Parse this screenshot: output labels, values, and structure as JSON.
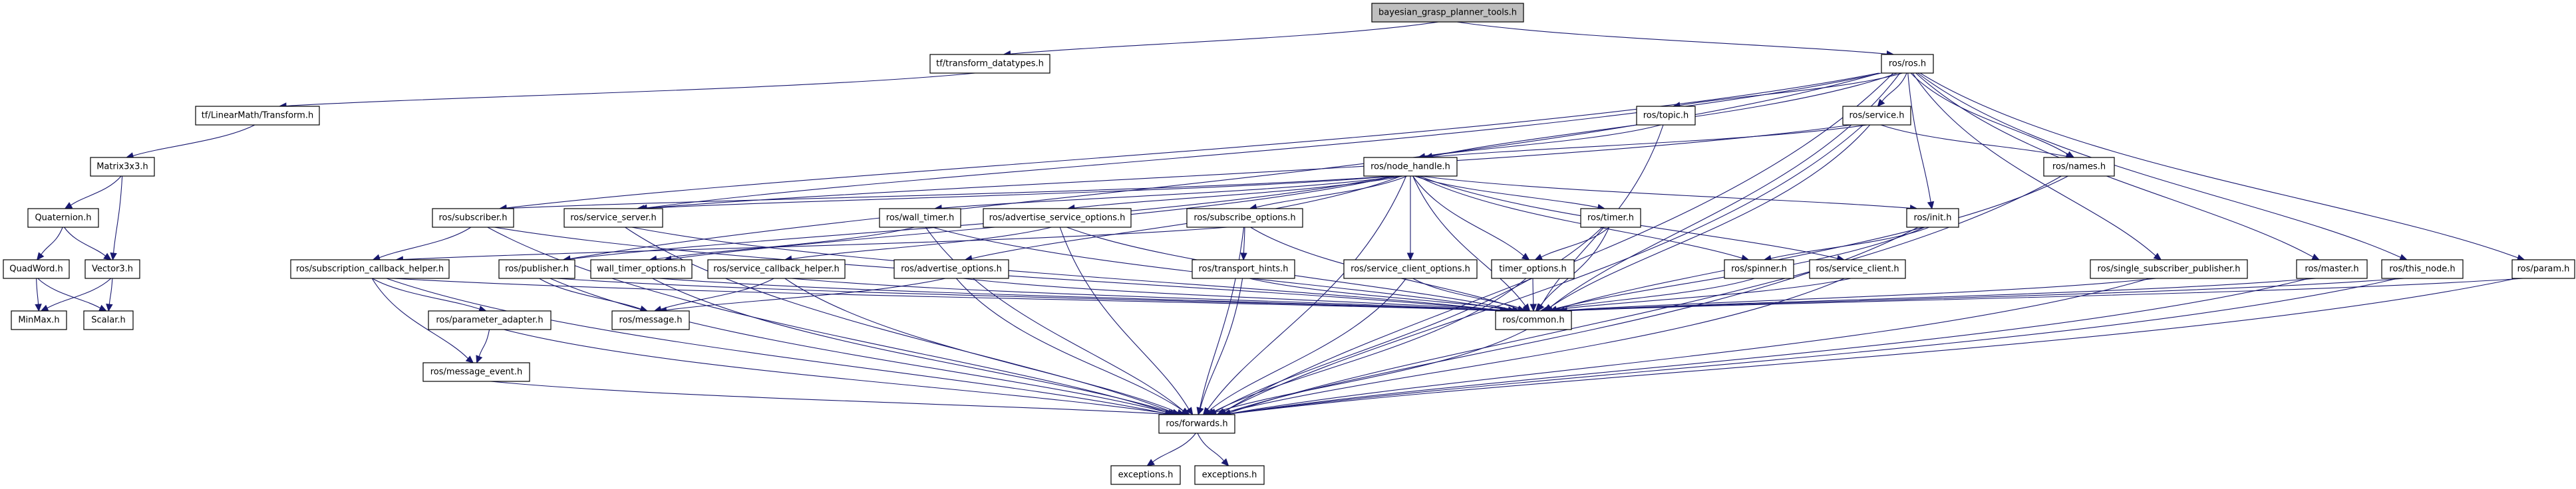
{
  "graph_title": "bayesian_grasp_planner_tools.h include dependency graph",
  "colors": {
    "edge": "#191970",
    "root_fill": "#bfbfbf",
    "node_fill": "#ffffff",
    "border": "#000000"
  },
  "nodes": [
    {
      "id": "root",
      "label": "bayesian_grasp_planner_tools.h",
      "root": true
    },
    {
      "id": "tf_transform_datatypes",
      "label": "tf/transform_datatypes.h"
    },
    {
      "id": "ros_ros",
      "label": "ros/ros.h"
    },
    {
      "id": "tf_linearmath_transform",
      "label": "tf/LinearMath/Transform.h"
    },
    {
      "id": "matrix3x3",
      "label": "Matrix3x3.h"
    },
    {
      "id": "quaternion",
      "label": "Quaternion.h"
    },
    {
      "id": "quadword",
      "label": "QuadWord.h"
    },
    {
      "id": "vector3",
      "label": "Vector3.h"
    },
    {
      "id": "minmax",
      "label": "MinMax.h"
    },
    {
      "id": "scalar",
      "label": "Scalar.h"
    },
    {
      "id": "ros_topic",
      "label": "ros/topic.h"
    },
    {
      "id": "ros_service",
      "label": "ros/service.h"
    },
    {
      "id": "ros_names",
      "label": "ros/names.h"
    },
    {
      "id": "ros_node_handle",
      "label": "ros/node_handle.h"
    },
    {
      "id": "ros_subscriber",
      "label": "ros/subscriber.h"
    },
    {
      "id": "ros_service_server",
      "label": "ros/service_server.h"
    },
    {
      "id": "ros_wall_timer",
      "label": "ros/wall_timer.h"
    },
    {
      "id": "ros_advertise_service_options",
      "label": "ros/advertise_service_options.h"
    },
    {
      "id": "ros_subscribe_options",
      "label": "ros/subscribe_options.h"
    },
    {
      "id": "ros_timer",
      "label": "ros/timer.h"
    },
    {
      "id": "ros_init",
      "label": "ros/init.h"
    },
    {
      "id": "ros_subscription_callback_helper",
      "label": "ros/subscription_callback_helper.h"
    },
    {
      "id": "ros_publisher",
      "label": "ros/publisher.h"
    },
    {
      "id": "wall_timer_options",
      "label": "wall_timer_options.h"
    },
    {
      "id": "ros_service_callback_helper",
      "label": "ros/service_callback_helper.h"
    },
    {
      "id": "ros_advertise_options",
      "label": "ros/advertise_options.h"
    },
    {
      "id": "ros_transport_hints",
      "label": "ros/transport_hints.h"
    },
    {
      "id": "ros_service_client_options",
      "label": "ros/service_client_options.h"
    },
    {
      "id": "timer_options",
      "label": "timer_options.h"
    },
    {
      "id": "ros_spinner",
      "label": "ros/spinner.h"
    },
    {
      "id": "ros_service_client",
      "label": "ros/service_client.h"
    },
    {
      "id": "ros_single_subscriber_publisher",
      "label": "ros/single_subscriber_publisher.h"
    },
    {
      "id": "ros_master",
      "label": "ros/master.h"
    },
    {
      "id": "ros_this_node",
      "label": "ros/this_node.h"
    },
    {
      "id": "ros_param",
      "label": "ros/param.h"
    },
    {
      "id": "ros_parameter_adapter",
      "label": "ros/parameter_adapter.h"
    },
    {
      "id": "ros_message",
      "label": "ros/message.h"
    },
    {
      "id": "ros_common",
      "label": "ros/common.h"
    },
    {
      "id": "ros_message_event",
      "label": "ros/message_event.h"
    },
    {
      "id": "ros_forwards",
      "label": "ros/forwards.h"
    },
    {
      "id": "exceptions_a",
      "label": "exceptions.h"
    },
    {
      "id": "exceptions_b",
      "label": "exceptions.h"
    }
  ],
  "edges": [
    [
      "root",
      "tf_transform_datatypes"
    ],
    [
      "root",
      "ros_ros"
    ],
    [
      "tf_transform_datatypes",
      "tf_linearmath_transform"
    ],
    [
      "tf_linearmath_transform",
      "matrix3x3"
    ],
    [
      "matrix3x3",
      "quaternion"
    ],
    [
      "matrix3x3",
      "vector3"
    ],
    [
      "quaternion",
      "quadword"
    ],
    [
      "quaternion",
      "vector3"
    ],
    [
      "quadword",
      "minmax"
    ],
    [
      "quadword",
      "scalar"
    ],
    [
      "vector3",
      "minmax"
    ],
    [
      "vector3",
      "scalar"
    ],
    [
      "ros_ros",
      "ros_topic"
    ],
    [
      "ros_ros",
      "ros_service"
    ],
    [
      "ros_ros",
      "ros_names"
    ],
    [
      "ros_ros",
      "ros_node_handle"
    ],
    [
      "ros_ros",
      "ros_subscriber"
    ],
    [
      "ros_ros",
      "ros_service_server"
    ],
    [
      "ros_ros",
      "ros_publisher"
    ],
    [
      "ros_ros",
      "ros_init"
    ],
    [
      "ros_ros",
      "ros_common"
    ],
    [
      "ros_ros",
      "ros_single_subscriber_publisher"
    ],
    [
      "ros_ros",
      "ros_master"
    ],
    [
      "ros_ros",
      "ros_this_node"
    ],
    [
      "ros_ros",
      "ros_param"
    ],
    [
      "ros_ros",
      "ros_forwards"
    ],
    [
      "ros_topic",
      "ros_node_handle"
    ],
    [
      "ros_topic",
      "ros_common"
    ],
    [
      "ros_service",
      "ros_node_handle"
    ],
    [
      "ros_service",
      "ros_names"
    ],
    [
      "ros_service",
      "ros_common"
    ],
    [
      "ros_service",
      "ros_service_server"
    ],
    [
      "ros_service",
      "ros_forwards"
    ],
    [
      "ros_names",
      "ros_common"
    ],
    [
      "ros_names",
      "ros_forwards"
    ],
    [
      "ros_node_handle",
      "ros_subscriber"
    ],
    [
      "ros_node_handle",
      "ros_service_server"
    ],
    [
      "ros_node_handle",
      "ros_wall_timer"
    ],
    [
      "ros_node_handle",
      "ros_advertise_service_options"
    ],
    [
      "ros_node_handle",
      "ros_subscribe_options"
    ],
    [
      "ros_node_handle",
      "ros_timer"
    ],
    [
      "ros_node_handle",
      "ros_init"
    ],
    [
      "ros_node_handle",
      "ros_publisher"
    ],
    [
      "ros_node_handle",
      "wall_timer_options"
    ],
    [
      "ros_node_handle",
      "ros_advertise_options"
    ],
    [
      "ros_node_handle",
      "ros_service_client_options"
    ],
    [
      "ros_node_handle",
      "timer_options"
    ],
    [
      "ros_node_handle",
      "ros_spinner"
    ],
    [
      "ros_node_handle",
      "ros_service_client"
    ],
    [
      "ros_node_handle",
      "ros_common"
    ],
    [
      "ros_node_handle",
      "ros_forwards"
    ],
    [
      "ros_subscriber",
      "ros_subscription_callback_helper"
    ],
    [
      "ros_subscriber",
      "ros_common"
    ],
    [
      "ros_subscriber",
      "ros_forwards"
    ],
    [
      "ros_service_server",
      "ros_common"
    ],
    [
      "ros_service_server",
      "ros_forwards"
    ],
    [
      "ros_wall_timer",
      "wall_timer_options"
    ],
    [
      "ros_wall_timer",
      "ros_common"
    ],
    [
      "ros_wall_timer",
      "ros_forwards"
    ],
    [
      "ros_advertise_service_options",
      "ros_service_callback_helper"
    ],
    [
      "ros_advertise_service_options",
      "ros_common"
    ],
    [
      "ros_advertise_service_options",
      "ros_forwards"
    ],
    [
      "ros_subscribe_options",
      "ros_transport_hints"
    ],
    [
      "ros_subscribe_options",
      "ros_subscription_callback_helper"
    ],
    [
      "ros_subscribe_options",
      "ros_common"
    ],
    [
      "ros_subscribe_options",
      "ros_forwards"
    ],
    [
      "ros_timer",
      "timer_options"
    ],
    [
      "ros_timer",
      "ros_common"
    ],
    [
      "ros_timer",
      "ros_forwards"
    ],
    [
      "ros_init",
      "ros_spinner"
    ],
    [
      "ros_init",
      "ros_common"
    ],
    [
      "ros_init",
      "ros_forwards"
    ],
    [
      "ros_subscription_callback_helper",
      "ros_parameter_adapter"
    ],
    [
      "ros_subscription_callback_helper",
      "ros_message_event"
    ],
    [
      "ros_subscription_callback_helper",
      "ros_common"
    ],
    [
      "ros_subscription_callback_helper",
      "ros_forwards"
    ],
    [
      "ros_publisher",
      "ros_message"
    ],
    [
      "ros_publisher",
      "ros_common"
    ],
    [
      "ros_publisher",
      "ros_forwards"
    ],
    [
      "wall_timer_options",
      "ros_common"
    ],
    [
      "wall_timer_options",
      "ros_forwards"
    ],
    [
      "ros_service_callback_helper",
      "ros_message"
    ],
    [
      "ros_service_callback_helper",
      "ros_common"
    ],
    [
      "ros_service_callback_helper",
      "ros_forwards"
    ],
    [
      "ros_advertise_options",
      "ros_message"
    ],
    [
      "ros_advertise_options",
      "ros_common"
    ],
    [
      "ros_advertise_options",
      "ros_forwards"
    ],
    [
      "ros_transport_hints",
      "ros_common"
    ],
    [
      "ros_transport_hints",
      "ros_forwards"
    ],
    [
      "ros_service_client_options",
      "ros_common"
    ],
    [
      "ros_service_client_options",
      "ros_forwards"
    ],
    [
      "timer_options",
      "ros_common"
    ],
    [
      "timer_options",
      "ros_forwards"
    ],
    [
      "ros_spinner",
      "ros_common"
    ],
    [
      "ros_service_client",
      "ros_common"
    ],
    [
      "ros_service_client",
      "ros_forwards"
    ],
    [
      "ros_single_subscriber_publisher",
      "ros_common"
    ],
    [
      "ros_single_subscriber_publisher",
      "ros_forwards"
    ],
    [
      "ros_master",
      "ros_common"
    ],
    [
      "ros_master",
      "ros_forwards"
    ],
    [
      "ros_this_node",
      "ros_common"
    ],
    [
      "ros_this_node",
      "ros_forwards"
    ],
    [
      "ros_param",
      "ros_common"
    ],
    [
      "ros_param",
      "ros_forwards"
    ],
    [
      "ros_parameter_adapter",
      "ros_message_event"
    ],
    [
      "ros_parameter_adapter",
      "ros_forwards"
    ],
    [
      "ros_message_event",
      "ros_forwards"
    ],
    [
      "ros_common",
      "ros_forwards"
    ],
    [
      "ros_forwards",
      "exceptions_a"
    ],
    [
      "ros_forwards",
      "exceptions_b"
    ]
  ]
}
